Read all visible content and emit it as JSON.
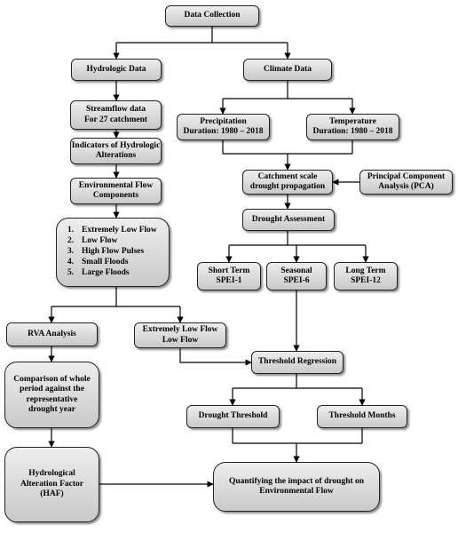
{
  "nodes": {
    "data_collection": {
      "lines": [
        "Data Collection"
      ]
    },
    "hydrologic_data": {
      "lines": [
        "Hydrologic Data"
      ]
    },
    "climate_data": {
      "lines": [
        "Climate Data"
      ]
    },
    "streamflow": {
      "lines": [
        "Streamflow data",
        "For 27 catchment"
      ]
    },
    "iha": {
      "lines": [
        "Indicators of Hydrologic",
        "Alterations"
      ]
    },
    "precipitation": {
      "lines": [
        "Precipitation",
        "Duration: 1980 – 2018"
      ]
    },
    "temperature": {
      "lines": [
        "Temperature",
        "Duration: 1980 – 2018"
      ]
    },
    "efc": {
      "lines": [
        "Environmental Flow",
        "Components"
      ]
    },
    "catchment_scale": {
      "lines": [
        "Catchment scale",
        "drought propagation"
      ]
    },
    "pca": {
      "lines": [
        "Principal Component",
        "Analysis (PCA)"
      ]
    },
    "drought_assessment": {
      "lines": [
        "Drought Assessment"
      ]
    },
    "flow_components": {
      "items": [
        {
          "num": "1.",
          "label": "Extremely Low Flow"
        },
        {
          "num": "2.",
          "label": "Low Flow"
        },
        {
          "num": "3.",
          "label": "High Flow Pulses"
        },
        {
          "num": "4.",
          "label": "Small Floods"
        },
        {
          "num": "5.",
          "label": "Large Floods"
        }
      ]
    },
    "short_term": {
      "lines": [
        "Short Term",
        "SPEI-1"
      ]
    },
    "seasonal": {
      "lines": [
        "Seasonal",
        "SPEI-6"
      ]
    },
    "long_term": {
      "lines": [
        "Long Term",
        "SPEI-12"
      ]
    },
    "rva": {
      "lines": [
        "RVA Analysis"
      ]
    },
    "ext_low_flow": {
      "lines": [
        "Extremely Low Flow",
        "Low Flow"
      ]
    },
    "threshold_regression": {
      "lines": [
        "Threshold Regression"
      ]
    },
    "comparison": {
      "lines": [
        "Comparison of whole",
        "period against the",
        "representative",
        "drought year"
      ]
    },
    "drought_threshold": {
      "lines": [
        "Drought Threshold"
      ]
    },
    "threshold_months": {
      "lines": [
        "Threshold Months"
      ]
    },
    "haf": {
      "lines": [
        "Hydrological",
        "Alteration Factor",
        "(HAF)"
      ]
    },
    "quantifying": {
      "lines": [
        "Quantifying the impact of drought on",
        "Environmental Flow"
      ]
    }
  },
  "colors": {
    "box_top": "#eeeeee",
    "box_bottom": "#c9c9c9",
    "border": "#222222",
    "line": "#000000"
  }
}
